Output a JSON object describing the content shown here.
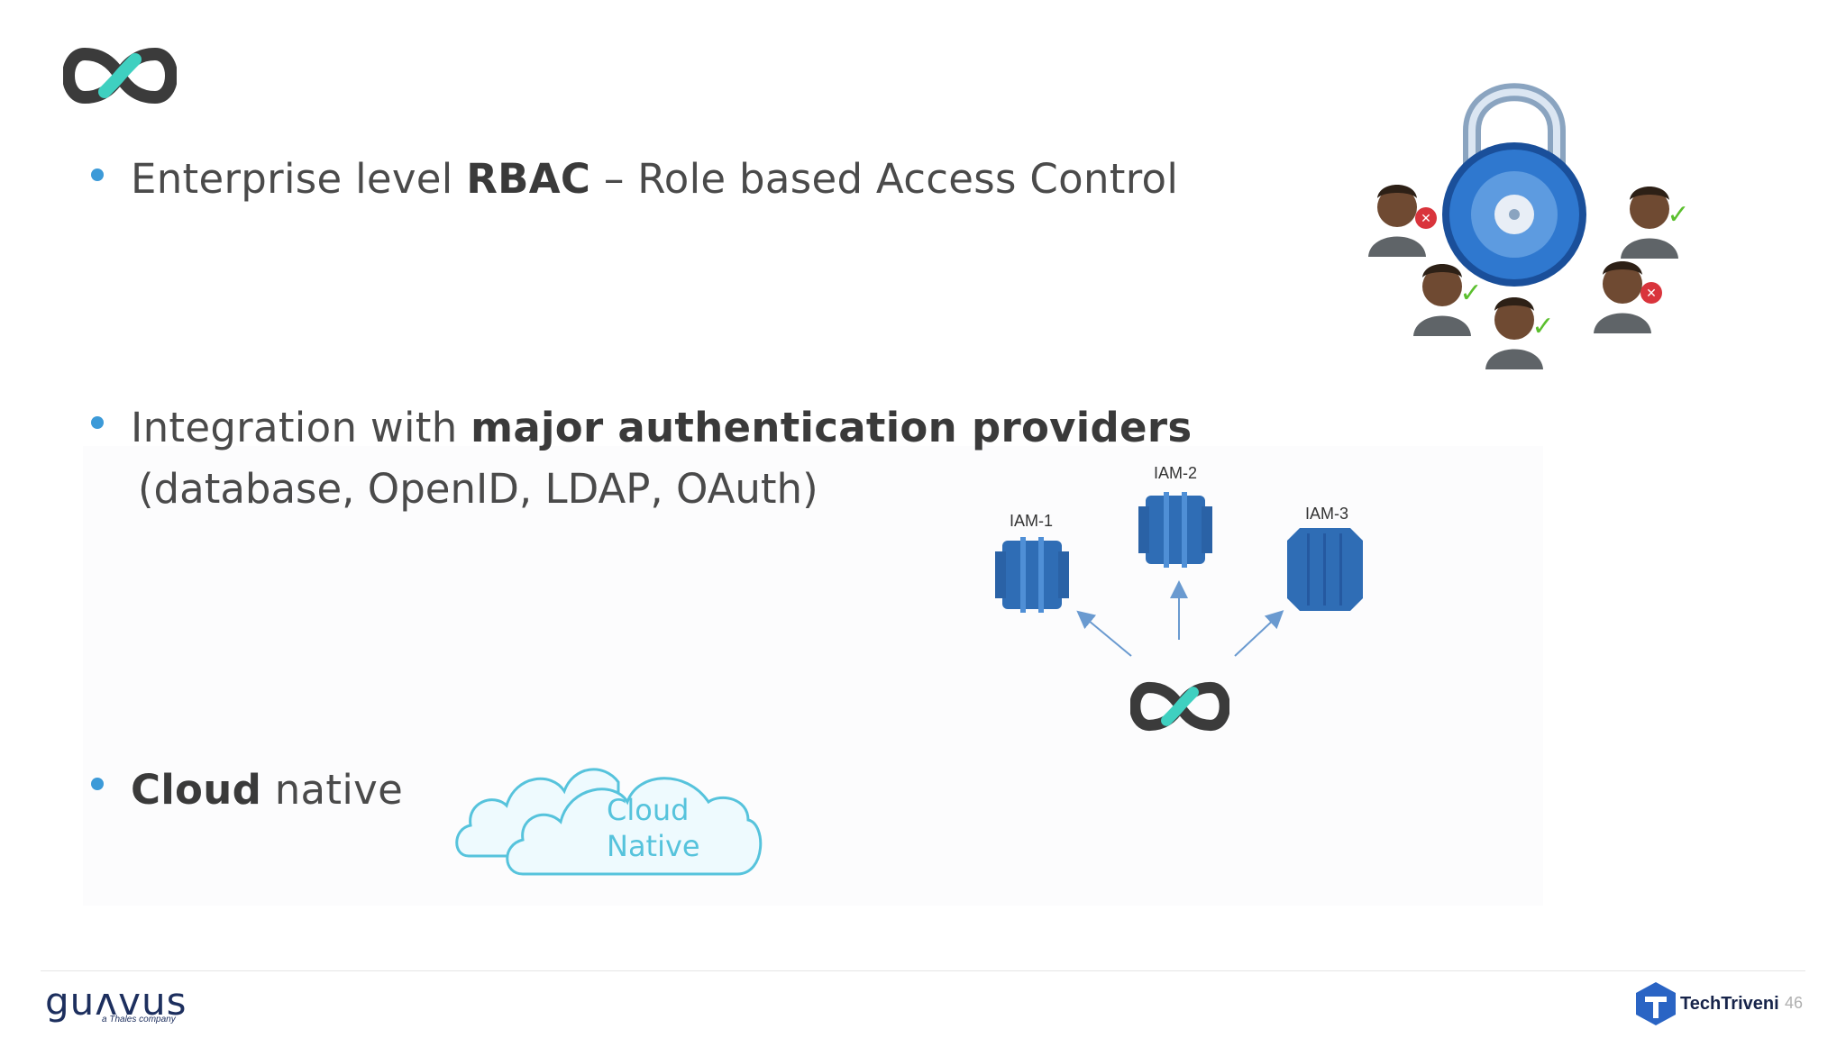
{
  "bullets": [
    {
      "prefix": "Enterprise level ",
      "bold": "RBAC",
      "suffix": " – Role based Access Control"
    },
    {
      "prefix": "Integration with ",
      "bold": "major authentication providers",
      "suffix": "",
      "subline": "(database, OpenID, LDAP, OAuth)"
    },
    {
      "prefix": "",
      "bold": "Cloud",
      "suffix": " native"
    }
  ],
  "iam_labels": [
    "IAM-1",
    "IAM-2",
    "IAM-3"
  ],
  "cloud_text": {
    "line1": "Cloud",
    "line2": "Native"
  },
  "footer": {
    "brand": "guʌvus",
    "brand_sub": "a Thales company",
    "partner": "TechTriveni",
    "page_number": "46"
  },
  "colors": {
    "teal": "#3fd0c0",
    "dark": "#3b3b3b",
    "bullet": "#3c9ad8",
    "iam_blue": "#2f6db5"
  }
}
